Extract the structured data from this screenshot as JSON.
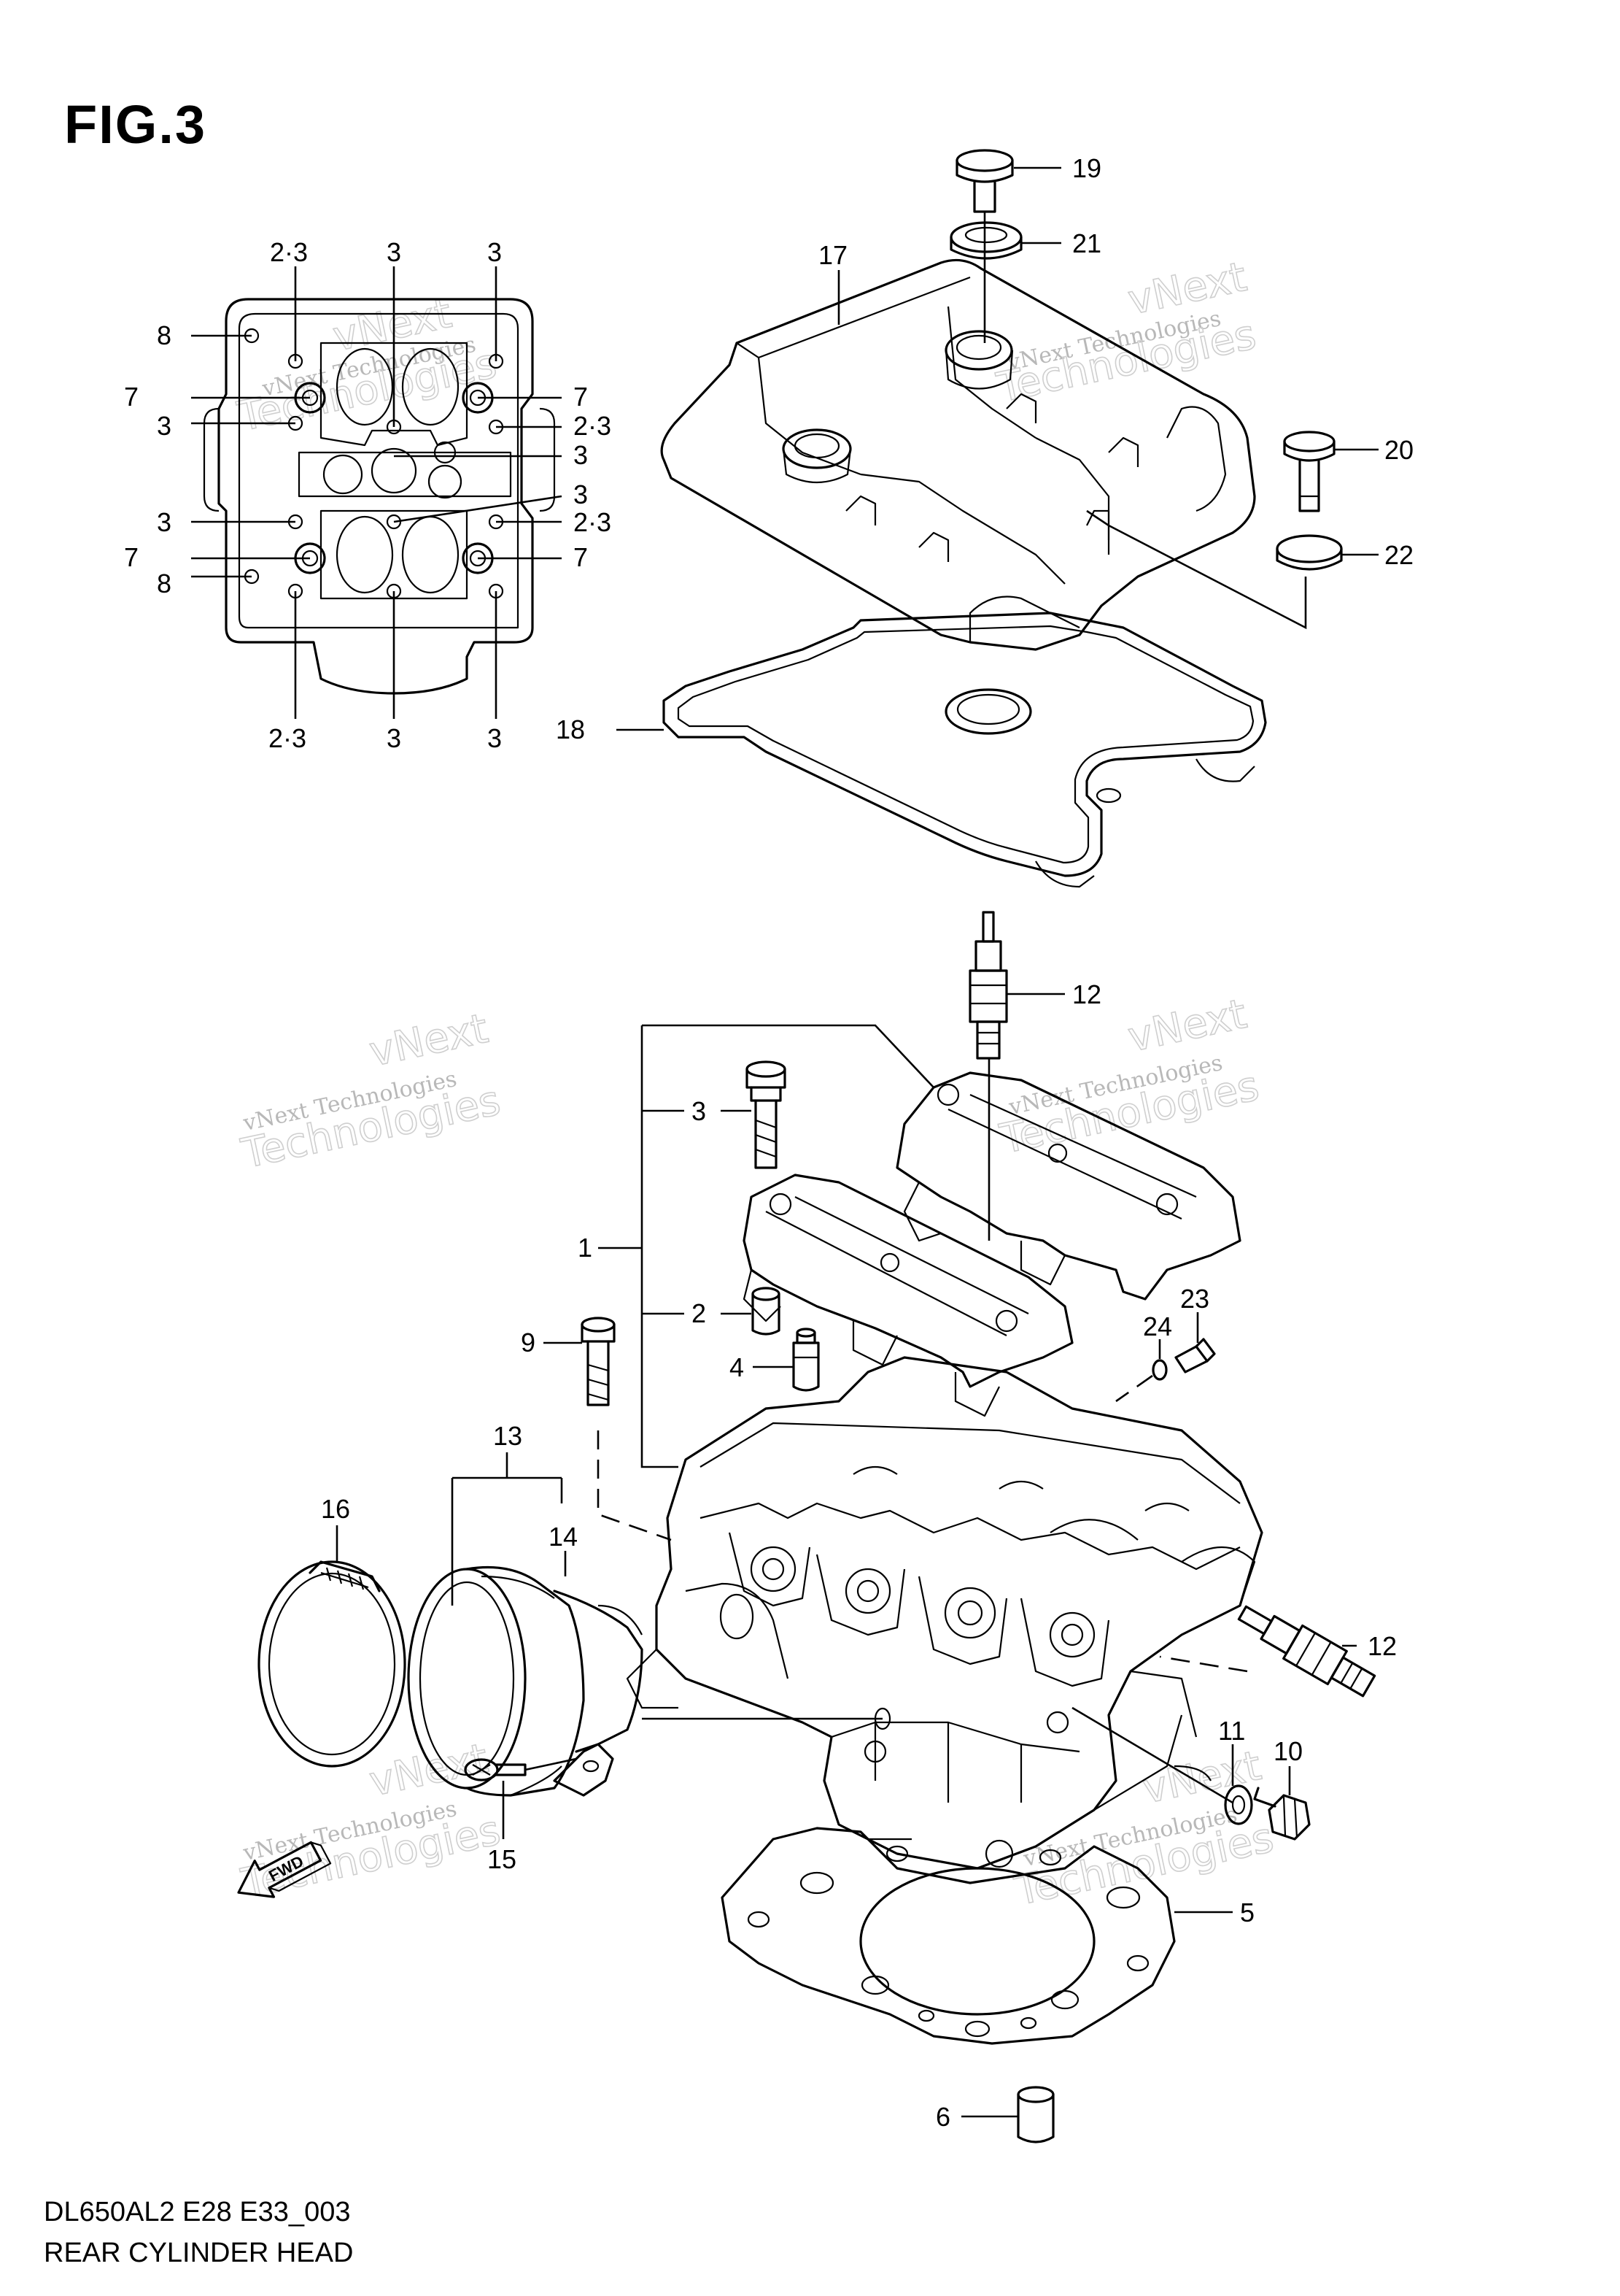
{
  "figure": {
    "title": "FIG.3",
    "code": "DL650AL2 E28 E33_003",
    "name": "REAR CYLINDER HEAD"
  },
  "watermark": {
    "line1": "vNext Technologies",
    "line2": "Technologies",
    "line3": "vNext"
  },
  "callouts": {
    "inset": {
      "top_left": "2·3",
      "top_mid": "3",
      "top_right": "3",
      "left_8a": "8",
      "left_7a": "7",
      "left_3a": "3",
      "left_3b": "3",
      "left_7b": "7",
      "left_8b": "8",
      "right_7a": "7",
      "right_23a": "2·3",
      "right_3a": "3",
      "right_3b": "3",
      "right_23b": "2·3",
      "right_7b": "7",
      "bottom_left": "2·3",
      "bottom_mid": "3",
      "bottom_right": "3"
    },
    "main": {
      "p1": "1",
      "p2": "2",
      "p3": "3",
      "p4": "4",
      "p5": "5",
      "p6": "6",
      "p9": "9",
      "p10": "10",
      "p11": "11",
      "p12a": "12",
      "p12b": "12",
      "p13": "13",
      "p14": "14",
      "p15": "15",
      "p16": "16",
      "p17": "17",
      "p18": "18",
      "p19": "19",
      "p20": "20",
      "p21": "21",
      "p22": "22",
      "p23": "23",
      "p24": "24"
    }
  },
  "fwd_arrow": "FWD"
}
